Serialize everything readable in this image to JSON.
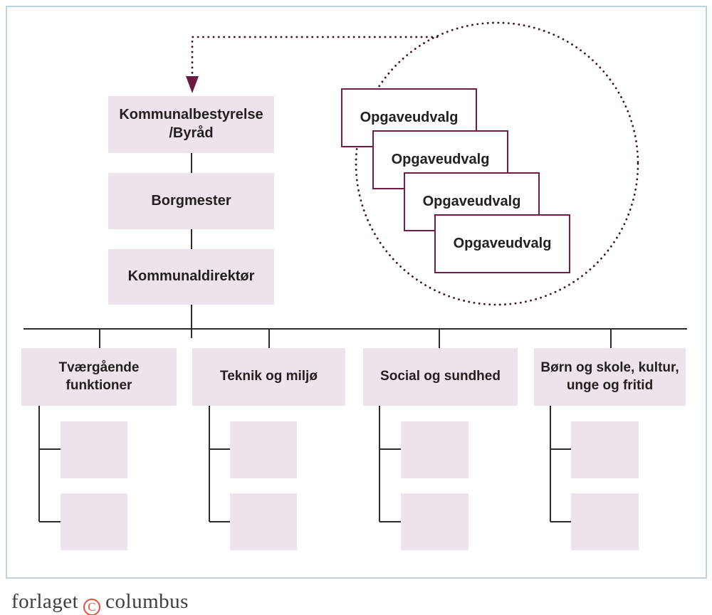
{
  "colors": {
    "frame_border": "#c0d4dd",
    "box_fill": "#ede3ec",
    "outline_box_border": "#701e48",
    "dotted_accent": "#401025",
    "arrowhead": "#6b1a40",
    "connector_line": "#2f2a2b",
    "label_text": "#231f20",
    "logo_text": "#413d3c",
    "logo_accent": "#e2503a"
  },
  "chain": {
    "council": {
      "line1": "Kommunalbestyrelse",
      "line2": "/Byråd"
    },
    "mayor": {
      "label": "Borgmester"
    },
    "director": {
      "label": "Kommunaldirektør"
    }
  },
  "task_committees": [
    "Opgaveudvalg",
    "Opgaveudvalg",
    "Opgaveudvalg",
    "Opgaveudvalg"
  ],
  "departments": [
    {
      "line1": "Tværgående",
      "line2": "funktioner"
    },
    {
      "line1": "Teknik og miljø",
      "line2": ""
    },
    {
      "line1": "Social og sundhed",
      "line2": ""
    },
    {
      "line1": "Børn og skole, kultur,",
      "line2": "unge og fritid"
    }
  ],
  "footer": {
    "publisher_word1": "forlaget",
    "publisher_symbol": "C",
    "publisher_word2": "columbus"
  }
}
